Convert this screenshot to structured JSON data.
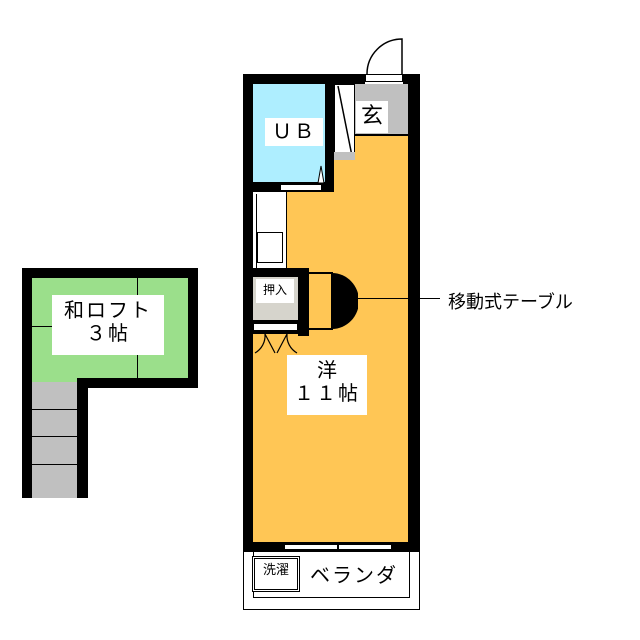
{
  "colors": {
    "wall": "#000000",
    "western_room": "#FFC655",
    "unit_bath": "#AEEEFF",
    "loft": "#9BDF8B",
    "genkan": "#C0C0C0",
    "closet": "#D6D4CC",
    "stairs": "#C0C0C0"
  },
  "rooms": {
    "unit_bath": {
      "label": "ＵＢ"
    },
    "genkan": {
      "label": "玄"
    },
    "closet": {
      "label": "押入"
    },
    "western": {
      "line1": "洋",
      "line2": "１１帖"
    },
    "veranda": {
      "label": "ベランダ"
    },
    "washer": {
      "label": "洗濯"
    },
    "loft": {
      "line1": "和ロフト",
      "line2": "３帖"
    }
  },
  "annotations": {
    "movable_table": "移動式テーブル"
  }
}
